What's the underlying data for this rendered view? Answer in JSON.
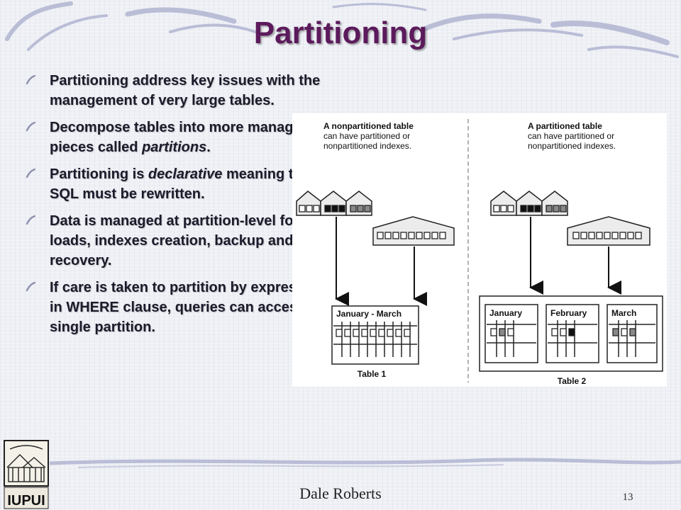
{
  "slide": {
    "title": "Partitioning",
    "bullets": [
      {
        "parts": [
          "Partitioning address key issues with the management of very large tables."
        ]
      },
      {
        "parts": [
          "Decompose tables into more manageable pieces called ",
          "partitions",
          "."
        ]
      },
      {
        "parts": [
          "Partitioning is ",
          "declarative",
          " meaning that no SQL must be rewritten."
        ]
      },
      {
        "parts": [
          "Data is managed at partition-level for loads, indexes creation, backup and recovery."
        ]
      },
      {
        "parts": [
          "If care is taken to partition by expressions in WHERE clause, queries can access a single partition."
        ]
      }
    ],
    "author": "Dale Roberts",
    "page_number": "13",
    "logo_text": "IUPUI"
  },
  "diagram": {
    "left_heading": "A nonpartitioned table",
    "left_sub1": "can have partitioned or",
    "left_sub2": "nonpartitioned indexes.",
    "right_heading": "A partitioned table",
    "right_sub1": "can have partitioned or",
    "right_sub2": "nonpartitioned indexes.",
    "left_table_label": "January - March",
    "left_caption": "Table 1",
    "partitions": [
      "January",
      "February",
      "March"
    ],
    "right_caption": "Table 2"
  },
  "colors": {
    "title": "#5c1a5c",
    "bullet_text": "#1b1b2b",
    "swirl": "#b9bdd6"
  }
}
